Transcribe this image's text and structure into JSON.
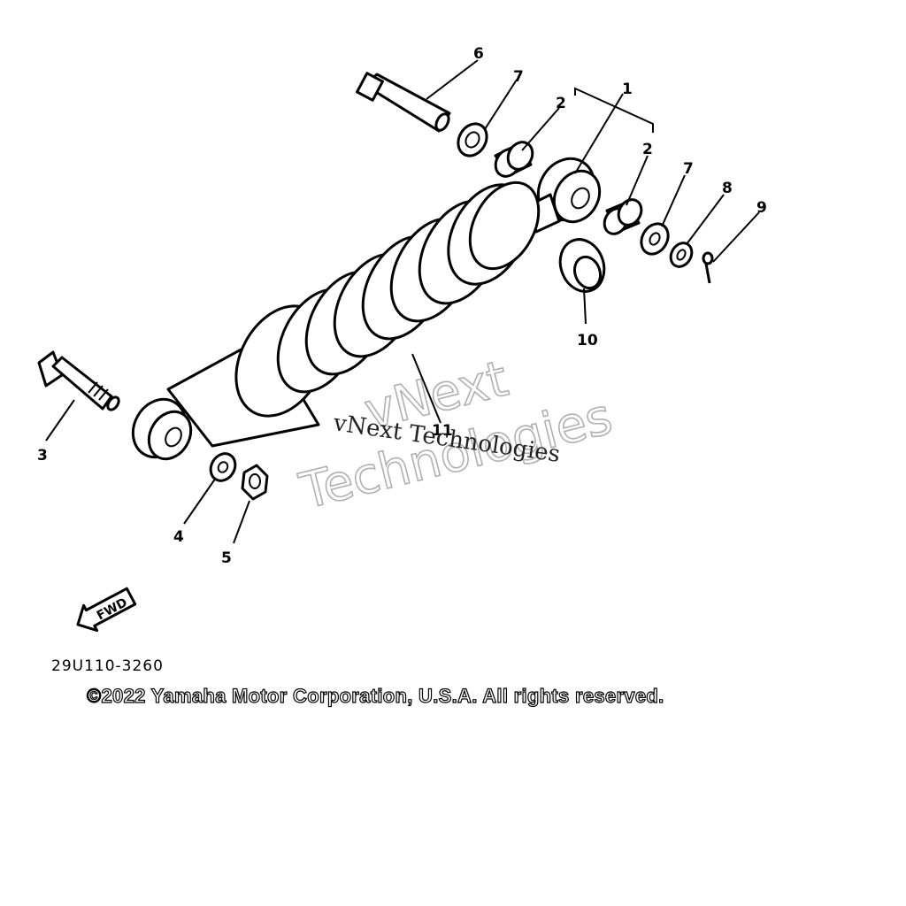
{
  "callouts": {
    "c1": "1",
    "c2a": "2",
    "c2b": "2",
    "c3": "3",
    "c4": "4",
    "c5": "5",
    "c6": "6",
    "c7a": "7",
    "c7b": "7",
    "c8": "8",
    "c9": "9",
    "c10": "10",
    "c11": "11"
  },
  "fwd_label": "FWD",
  "diagram_code": "29U110-3260",
  "watermark": {
    "outline_line1": "vNext",
    "outline_line2": "Technologies",
    "serif_line": "vNext Technologies"
  },
  "copyright": "©2022 Yamaha Motor Corporation, U.S.A. All rights reserved."
}
